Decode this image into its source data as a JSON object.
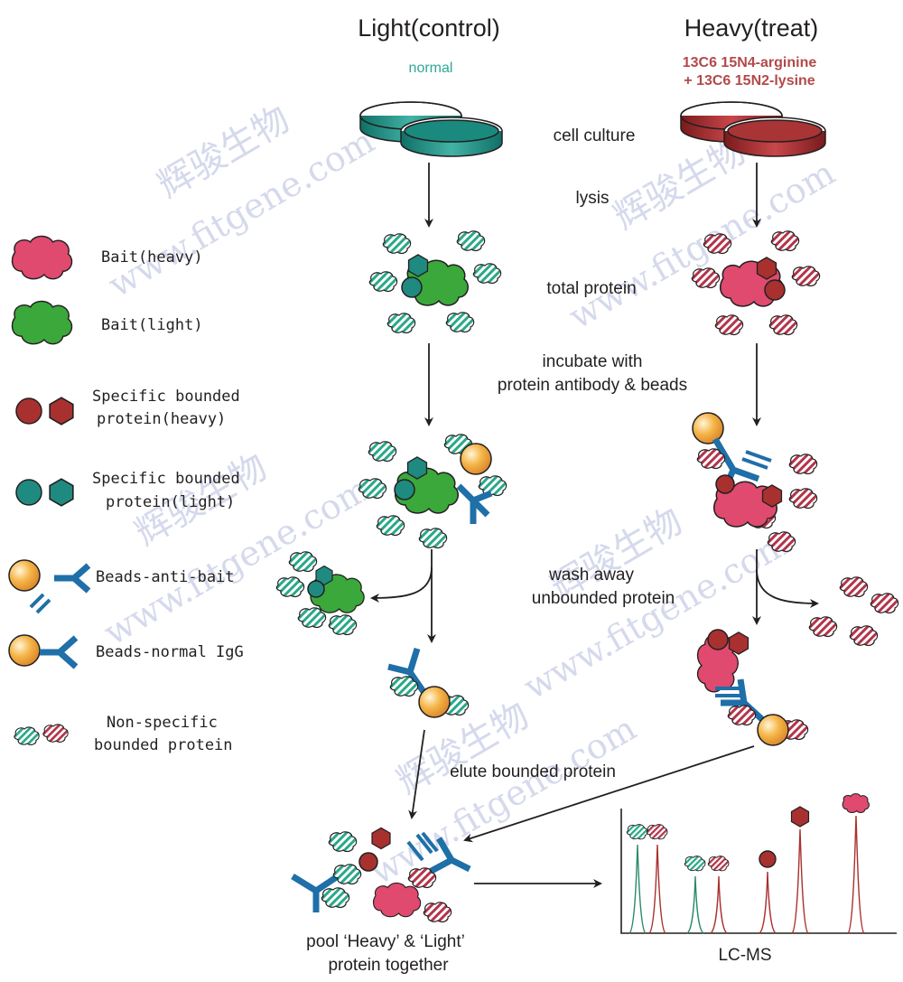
{
  "columns": {
    "light_title": "Light(control)",
    "heavy_title": "Heavy(treat)",
    "light_label": "normal",
    "heavy_label_1": "13C6 15N4-arginine",
    "heavy_label_2": "+ 13C6 15N2-lysine"
  },
  "steps": {
    "culture": "cell culture",
    "lysis": "lysis",
    "total": "total protein",
    "incubate_1": "incubate with",
    "incubate_2": "protein antibody & beads",
    "wash_1": "wash away",
    "wash_2": "unbounded protein",
    "elute": "elute bounded protein",
    "pool_1": "pool ‘Heavy’ & ‘Light’",
    "pool_2": "protein together",
    "lcms": "LC-MS"
  },
  "legend": {
    "bait_heavy": "Bait(heavy)",
    "bait_light": "Bait(light)",
    "specific_heavy_1": "Specific bounded",
    "specific_heavy_2": "protein(heavy)",
    "specific_light_1": "Specific bounded",
    "specific_light_2": "protein(light)",
    "beads_anti": "Beads-anti-bait",
    "beads_igg": "Beads-normal IgG",
    "nonspecific_1": "Non-specific",
    "nonspecific_2": "bounded protein"
  },
  "watermark": {
    "cn": "辉骏生物",
    "url": "www.fitgene.com"
  },
  "colors": {
    "teal": "#1f8a80",
    "red_heavy": "#a8312f",
    "bait_heavy": "#df4a6e",
    "bait_light": "#3aa83a",
    "antibody": "#1f6fa8",
    "bead": "#f2a93b",
    "peak_green": "#2a8a6a",
    "peak_red": "#a8312f"
  },
  "ms_peaks": [
    {
      "icon": "nonspecific-pair",
      "color": "green"
    },
    {
      "icon": "nonspecific-pair",
      "color": "red"
    },
    {
      "icon": "nonspecific-pair",
      "color": "green"
    },
    {
      "icon": "nonspecific-pair",
      "color": "red"
    },
    {
      "icon": "specific-circle",
      "color": "red"
    },
    {
      "icon": "specific-hexagon",
      "color": "red"
    },
    {
      "icon": "bait-heavy",
      "color": "red"
    }
  ]
}
